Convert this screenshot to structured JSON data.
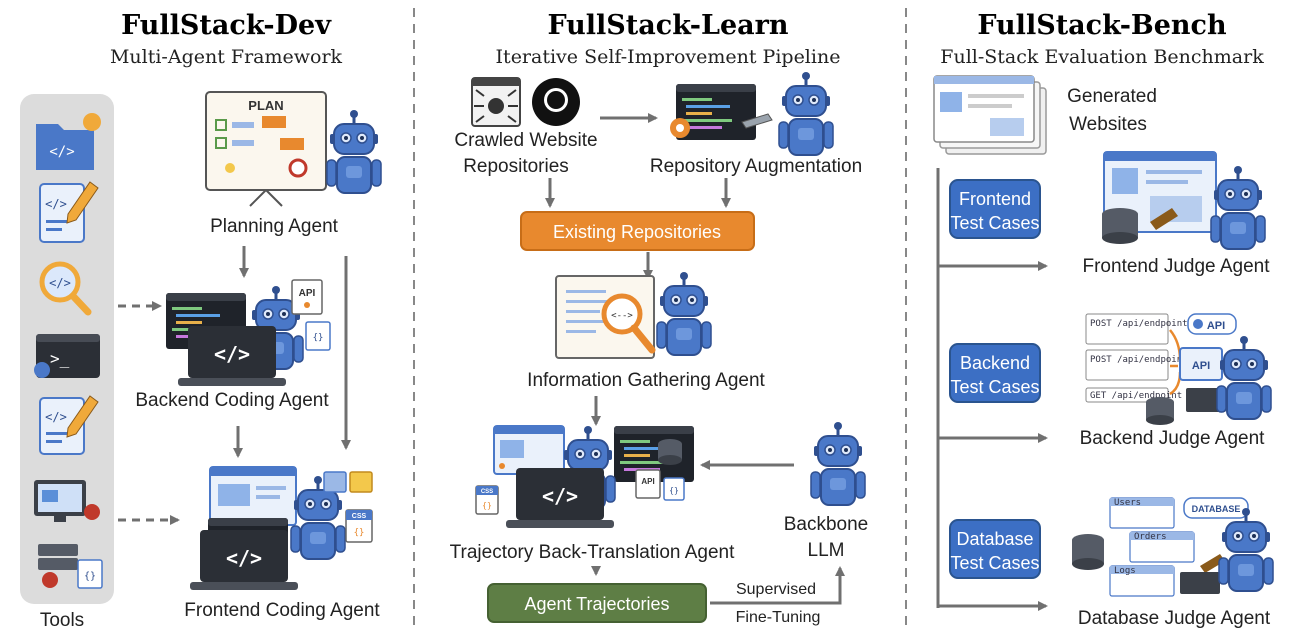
{
  "colors": {
    "robot_blue": "#4a78c8",
    "robot_dark": "#2f4f8f",
    "orange": "#e8892e",
    "green": "#5e7e45",
    "test_blue": "#3c6fc4",
    "arrow": "#707070",
    "panel": "#dcdcdc"
  },
  "dev": {
    "title": "FullStack-Dev",
    "subtitle": "Multi-Agent Framework",
    "tools_label": "Tools",
    "plan_word": "PLAN",
    "planning_agent": "Planning Agent",
    "backend_agent": "Backend Coding Agent",
    "frontend_agent": "Frontend Coding Agent",
    "api_word": "API",
    "css_word": "CSS"
  },
  "learn": {
    "title": "FullStack-Learn",
    "subtitle": "Iterative Self-Improvement Pipeline",
    "crawled_line1": "Crawled Website",
    "crawled_line2": "Repositories",
    "augmentation": "Repository Augmentation",
    "existing": "Existing Repositories",
    "info_agent": "Information Gathering Agent",
    "trajectory_agent": "Trajectory Back-Translation Agent",
    "backbone_line1": "Backbone",
    "backbone_line2": "LLM",
    "agent_trajectories": "Agent Trajectories",
    "sft_line1": "Supervised",
    "sft_line2": "Fine-Tuning",
    "api_word": "API",
    "css_word": "CSS"
  },
  "bench": {
    "title": "FullStack-Bench",
    "subtitle": "Full-Stack Evaluation Benchmark",
    "generated_line1": "Generated",
    "generated_line2": "Websites",
    "frontend_tests_line1": "Frontend",
    "frontend_tests_line2": "Test Cases",
    "frontend_judge": "Frontend Judge Agent",
    "backend_tests_line1": "Backend",
    "backend_tests_line2": "Test Cases",
    "backend_judge": "Backend Judge Agent",
    "database_tests_line1": "Database",
    "database_tests_line2": "Test Cases",
    "database_judge": "Database Judge Agent",
    "api_badge": "API",
    "db_badge": "DATABASE",
    "req1": "POST /api/endpoint",
    "req2": "POST /api/endpoint",
    "req3": "GET /api/endpoint",
    "tbl_users": "Users",
    "tbl_orders": "Orders",
    "tbl_logs": "Logs"
  }
}
